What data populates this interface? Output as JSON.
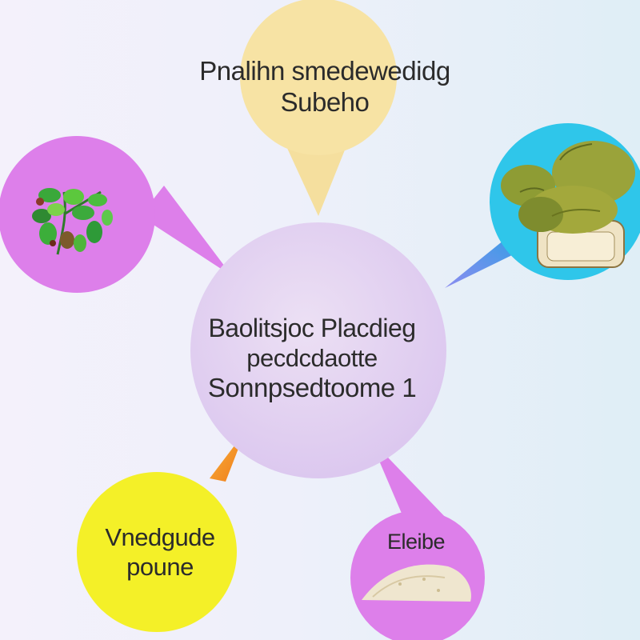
{
  "center": {
    "lines": [
      "Baolitsjoc Placdieg",
      "pecdcdaotte",
      "Sonnpsedtoome 1"
    ],
    "color": "#e6d2f1"
  },
  "top_bubble": {
    "lines": [
      "Pnalihn smedewedidg",
      "Subeho"
    ],
    "color": "#f8e3a4"
  },
  "bottom_left_bubble": {
    "lines": [
      "Vnedgude",
      "poune"
    ],
    "color": "#f4f028"
  },
  "bottom_right_bubble": {
    "lines": [
      "Eleibe"
    ],
    "color": "#dd7fea"
  },
  "top_left_bubble": {
    "color": "#dd7fea",
    "icon": "herb-plant-icon"
  },
  "top_right_bubble": {
    "color": "#2fc6ea",
    "icon": "mushroom-bread-icon"
  },
  "powder_icon": "powder-pile-icon"
}
